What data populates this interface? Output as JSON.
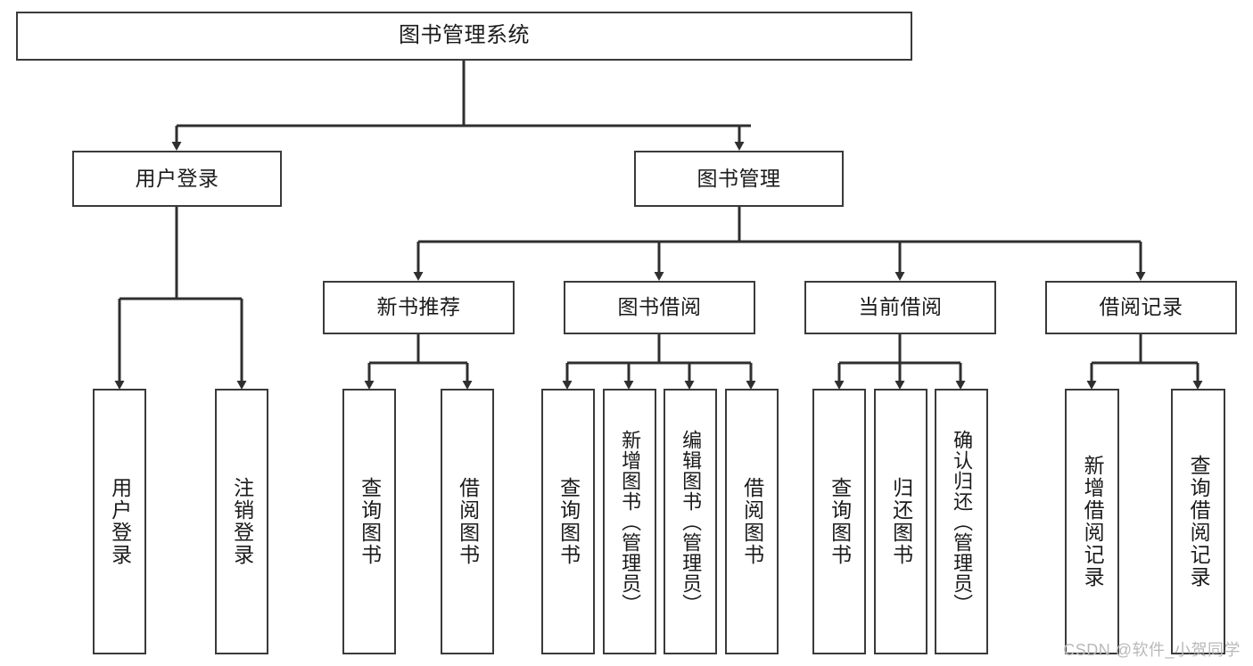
{
  "diagram": {
    "title": "图书管理系统",
    "type": "tree-hierarchy-diagram",
    "watermark": "CSDN @软件_小贺同学",
    "colors": {
      "box_border": "#3a3a3a",
      "box_fill": "#ffffff",
      "edge": "#2f2f2f",
      "text": "#1b1b1b",
      "watermark": "#b9b9b9",
      "background": "#ffffff"
    },
    "root": {
      "label": "图书管理系统"
    },
    "level2": [
      {
        "id": "user-login",
        "label": "用户登录"
      },
      {
        "id": "book-manage",
        "label": "图书管理"
      }
    ],
    "level3": [
      {
        "id": "new-book-recommend",
        "label": "新书推荐"
      },
      {
        "id": "book-borrow",
        "label": "图书借阅"
      },
      {
        "id": "current-borrow",
        "label": "当前借阅"
      },
      {
        "id": "borrow-record",
        "label": "借阅记录"
      }
    ],
    "leaves": {
      "user-login": [
        {
          "id": "leaf-user-login",
          "label": "用户登录"
        },
        {
          "id": "leaf-user-logout",
          "label": "注销登录"
        }
      ],
      "new-book-recommend": [
        {
          "id": "leaf-query-book-1",
          "label": "查询图书"
        },
        {
          "id": "leaf-borrow-book-1",
          "label": "借阅图书"
        }
      ],
      "book-borrow": [
        {
          "id": "leaf-query-book-2",
          "label": "查询图书"
        },
        {
          "id": "leaf-add-book",
          "label": "新增图书（管理员）"
        },
        {
          "id": "leaf-edit-book",
          "label": "编辑图书（管理员）"
        },
        {
          "id": "leaf-borrow-book-2",
          "label": "借阅图书"
        }
      ],
      "current-borrow": [
        {
          "id": "leaf-query-book-3",
          "label": "查询图书"
        },
        {
          "id": "leaf-return-book",
          "label": "归还图书"
        },
        {
          "id": "leaf-confirm-return",
          "label": "确认归还（管理员）"
        }
      ],
      "borrow-record": [
        {
          "id": "leaf-add-record",
          "label": "新增借阅记录"
        },
        {
          "id": "leaf-query-record",
          "label": "查询借阅记录"
        }
      ]
    }
  }
}
